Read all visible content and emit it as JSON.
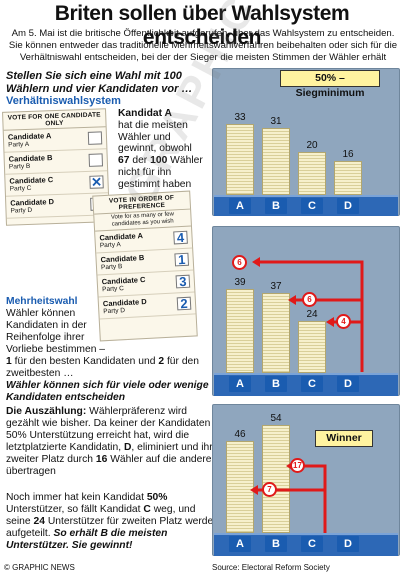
{
  "title": "Briten sollen über Wahlsystem entscheiden",
  "intro": "Am 5. Mai ist die britische Öffentlichkeit aufgerufen, über das Wahlsystem zu entscheiden. Sie können entweder das traditionelle Mehrheitswahlverfahren beibehalten oder sich für die Verhältniswahl entscheiden, bei der der Sieger die meisten Stimmen der Wähler erhält",
  "main_heading": "Stellen Sie sich eine Wahl mit 100 Wählern und vier Kandidaten vor …",
  "subheading_pr": "Verhältniswahlsystem",
  "ballot1": {
    "title": "VOTE FOR ONE CANDIDATE ONLY",
    "candidates": [
      {
        "name": "Candidate A",
        "party": "Party A",
        "mark": ""
      },
      {
        "name": "Candidate B",
        "party": "Party B",
        "mark": ""
      },
      {
        "name": "Candidate C",
        "party": "Party C",
        "mark": "✕"
      },
      {
        "name": "Candidate D",
        "party": "Party D",
        "mark": ""
      }
    ]
  },
  "ballot2": {
    "title": "VOTE IN ORDER OF PREFERENCE",
    "subtitle": "Vote for as many or few candidates as you wish",
    "candidates": [
      {
        "name": "Candidate A",
        "party": "Party A",
        "mark": "4"
      },
      {
        "name": "Candidate B",
        "party": "Party B",
        "mark": "1"
      },
      {
        "name": "Candidate C",
        "party": "Party C",
        "mark": "3"
      },
      {
        "name": "Candidate D",
        "party": "Party D",
        "mark": "2"
      }
    ]
  },
  "candidate_a_text": {
    "heading": "Kandidat A",
    "body1": "hat die meisten Wähler und gewinnt, obwohl",
    "n1": "67",
    "mid": "der",
    "n2": "100",
    "body2": "Wähler nicht für ihn gestimmt haben"
  },
  "majority_text": {
    "heading": "Mehrheitswahl",
    "line1": "Wähler können Kandidaten in der Reihenfolge ihrer Vorliebe bestimmen –",
    "n1": "1",
    "l2": "für den besten Kandidaten und",
    "n2": "2",
    "l3": "für den zweitbesten …",
    "emph": "Wähler können sich für viele oder wenige Kandidaten entscheiden"
  },
  "counting_text": {
    "heading": "Die Auszählung:",
    "body1": "Wählerpräferenz wird gezählt wie bisher. Da keiner der Kandidaten 50% Unterstützung erreicht hat, wird die letztplatzierte Kandidatin,",
    "d": "D",
    "body2": ", eliminiert und ihr zweiter Platz durch",
    "n16": "16",
    "body3": "Wähler auf die anderen übertragen"
  },
  "final_text": {
    "p1": "Noch immer hat kein Kandidat",
    "pct": "50%",
    "p2": "Unterstützer, so fällt Kandidat",
    "c": "C",
    "p3": "weg, und seine",
    "n24": "24",
    "p4": "Unterstützer für zweiten Platz werden aufgeteilt.",
    "emph": "So erhält B die meisten Unterstützer. Sie gewinnt!"
  },
  "badge_50": "50% – Siegminimum",
  "badge_winner": "Winner",
  "candidates_letters": [
    "A",
    "B",
    "C",
    "D"
  ],
  "chart_data": [
    {
      "type": "bar",
      "categories": [
        "A",
        "B",
        "C",
        "D"
      ],
      "values": [
        33,
        31,
        20,
        16
      ]
    },
    {
      "type": "bar",
      "categories": [
        "A",
        "B",
        "C"
      ],
      "values": [
        39,
        37,
        24
      ],
      "transfers": [
        "6",
        "6",
        "4"
      ]
    },
    {
      "type": "bar",
      "categories": [
        "A",
        "B"
      ],
      "values": [
        46,
        54
      ],
      "transfers": [
        "7",
        "17"
      ]
    }
  ],
  "footer_credit": "© GRAPHIC NEWS",
  "footer_source": "Source: Electoral Reform Society",
  "watermark": "GRAPHIC NEWS",
  "colors": {
    "accent_blue": "#1a5cb0",
    "panel": "#8fa6be",
    "arrow_red": "#e01919",
    "badge_yellow": "#fff3a0"
  }
}
